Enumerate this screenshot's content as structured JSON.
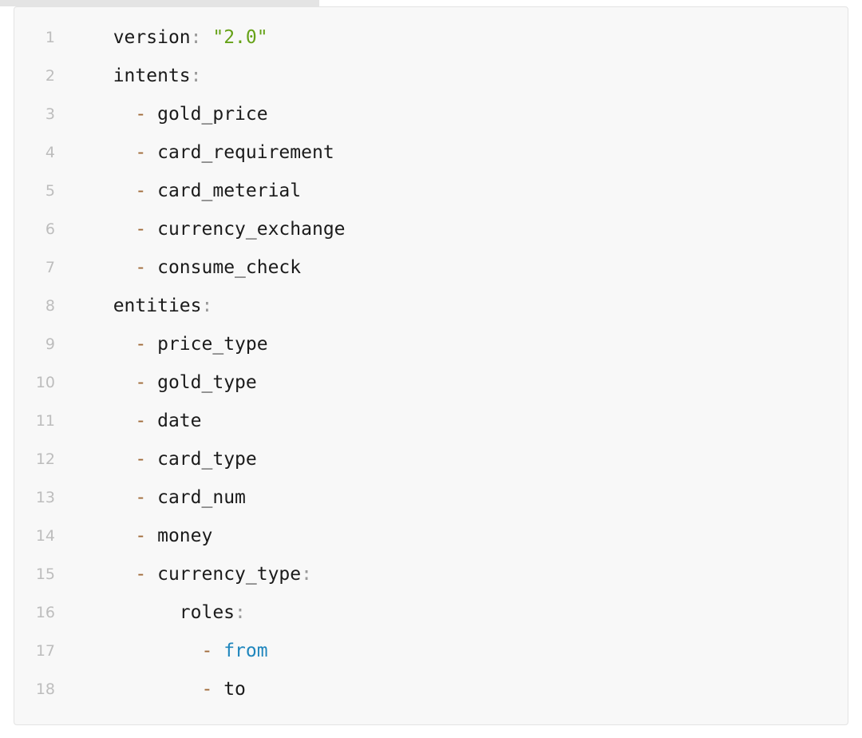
{
  "window": {
    "top_strip_color": "#e4e4e4",
    "card_background": "#f8f8f8",
    "card_border_color": "#e3e3e3"
  },
  "editor": {
    "language": "yaml",
    "gutter_color": "#bdbdbd",
    "colors": {
      "key": "#1b1b1b",
      "colon": "#9a9a9a",
      "dash": "#a06a38",
      "plain": "#1b1b1b",
      "string": "#66a218",
      "keyword": "#1f86bd"
    },
    "lines": [
      {
        "number": "1",
        "text": "version: \"2.0\"",
        "tokens": [
          {
            "t": "  ",
            "c": "ws"
          },
          {
            "t": "version",
            "c": "key"
          },
          {
            "t": ":",
            "c": "colon"
          },
          {
            "t": " ",
            "c": "ws"
          },
          {
            "t": "\"2.0\"",
            "c": "string"
          }
        ]
      },
      {
        "number": "2",
        "text": "intents:",
        "tokens": [
          {
            "t": "  ",
            "c": "ws"
          },
          {
            "t": "intents",
            "c": "key"
          },
          {
            "t": ":",
            "c": "colon"
          }
        ]
      },
      {
        "number": "3",
        "text": "  - gold_price",
        "tokens": [
          {
            "t": "    ",
            "c": "ws"
          },
          {
            "t": "-",
            "c": "dash"
          },
          {
            "t": " ",
            "c": "ws"
          },
          {
            "t": "gold_price",
            "c": "plain"
          }
        ]
      },
      {
        "number": "4",
        "text": "  - card_requirement",
        "tokens": [
          {
            "t": "    ",
            "c": "ws"
          },
          {
            "t": "-",
            "c": "dash"
          },
          {
            "t": " ",
            "c": "ws"
          },
          {
            "t": "card_requirement",
            "c": "plain"
          }
        ]
      },
      {
        "number": "5",
        "text": "  - card_meterial",
        "tokens": [
          {
            "t": "    ",
            "c": "ws"
          },
          {
            "t": "-",
            "c": "dash"
          },
          {
            "t": " ",
            "c": "ws"
          },
          {
            "t": "card_meterial",
            "c": "plain"
          }
        ]
      },
      {
        "number": "6",
        "text": "  - currency_exchange",
        "tokens": [
          {
            "t": "    ",
            "c": "ws"
          },
          {
            "t": "-",
            "c": "dash"
          },
          {
            "t": " ",
            "c": "ws"
          },
          {
            "t": "currency_exchange",
            "c": "plain"
          }
        ]
      },
      {
        "number": "7",
        "text": "  - consume_check",
        "tokens": [
          {
            "t": "    ",
            "c": "ws"
          },
          {
            "t": "-",
            "c": "dash"
          },
          {
            "t": " ",
            "c": "ws"
          },
          {
            "t": "consume_check",
            "c": "plain"
          }
        ]
      },
      {
        "number": "8",
        "text": "entities:",
        "tokens": [
          {
            "t": "  ",
            "c": "ws"
          },
          {
            "t": "entities",
            "c": "key"
          },
          {
            "t": ":",
            "c": "colon"
          }
        ]
      },
      {
        "number": "9",
        "text": "  - price_type",
        "tokens": [
          {
            "t": "    ",
            "c": "ws"
          },
          {
            "t": "-",
            "c": "dash"
          },
          {
            "t": " ",
            "c": "ws"
          },
          {
            "t": "price_type",
            "c": "plain"
          }
        ]
      },
      {
        "number": "10",
        "text": "  - gold_type",
        "tokens": [
          {
            "t": "    ",
            "c": "ws"
          },
          {
            "t": "-",
            "c": "dash"
          },
          {
            "t": " ",
            "c": "ws"
          },
          {
            "t": "gold_type",
            "c": "plain"
          }
        ]
      },
      {
        "number": "11",
        "text": "  - date",
        "tokens": [
          {
            "t": "    ",
            "c": "ws"
          },
          {
            "t": "-",
            "c": "dash"
          },
          {
            "t": " ",
            "c": "ws"
          },
          {
            "t": "date",
            "c": "plain"
          }
        ]
      },
      {
        "number": "12",
        "text": "  - card_type",
        "tokens": [
          {
            "t": "    ",
            "c": "ws"
          },
          {
            "t": "-",
            "c": "dash"
          },
          {
            "t": " ",
            "c": "ws"
          },
          {
            "t": "card_type",
            "c": "plain"
          }
        ]
      },
      {
        "number": "13",
        "text": "  - card_num",
        "tokens": [
          {
            "t": "    ",
            "c": "ws"
          },
          {
            "t": "-",
            "c": "dash"
          },
          {
            "t": " ",
            "c": "ws"
          },
          {
            "t": "card_num",
            "c": "plain"
          }
        ]
      },
      {
        "number": "14",
        "text": "  - money",
        "tokens": [
          {
            "t": "    ",
            "c": "ws"
          },
          {
            "t": "-",
            "c": "dash"
          },
          {
            "t": " ",
            "c": "ws"
          },
          {
            "t": "money",
            "c": "plain"
          }
        ]
      },
      {
        "number": "15",
        "text": "  - currency_type:",
        "tokens": [
          {
            "t": "    ",
            "c": "ws"
          },
          {
            "t": "-",
            "c": "dash"
          },
          {
            "t": " ",
            "c": "ws"
          },
          {
            "t": "currency_type",
            "c": "key"
          },
          {
            "t": ":",
            "c": "colon"
          }
        ]
      },
      {
        "number": "16",
        "text": "      roles:",
        "tokens": [
          {
            "t": "        ",
            "c": "ws"
          },
          {
            "t": "roles",
            "c": "key"
          },
          {
            "t": ":",
            "c": "colon"
          }
        ]
      },
      {
        "number": "17",
        "text": "        - from",
        "tokens": [
          {
            "t": "          ",
            "c": "ws"
          },
          {
            "t": "-",
            "c": "dash"
          },
          {
            "t": " ",
            "c": "ws"
          },
          {
            "t": "from",
            "c": "kw"
          }
        ]
      },
      {
        "number": "18",
        "text": "        - to",
        "tokens": [
          {
            "t": "          ",
            "c": "ws"
          },
          {
            "t": "-",
            "c": "dash"
          },
          {
            "t": " ",
            "c": "ws"
          },
          {
            "t": "to",
            "c": "plain"
          }
        ]
      }
    ]
  }
}
